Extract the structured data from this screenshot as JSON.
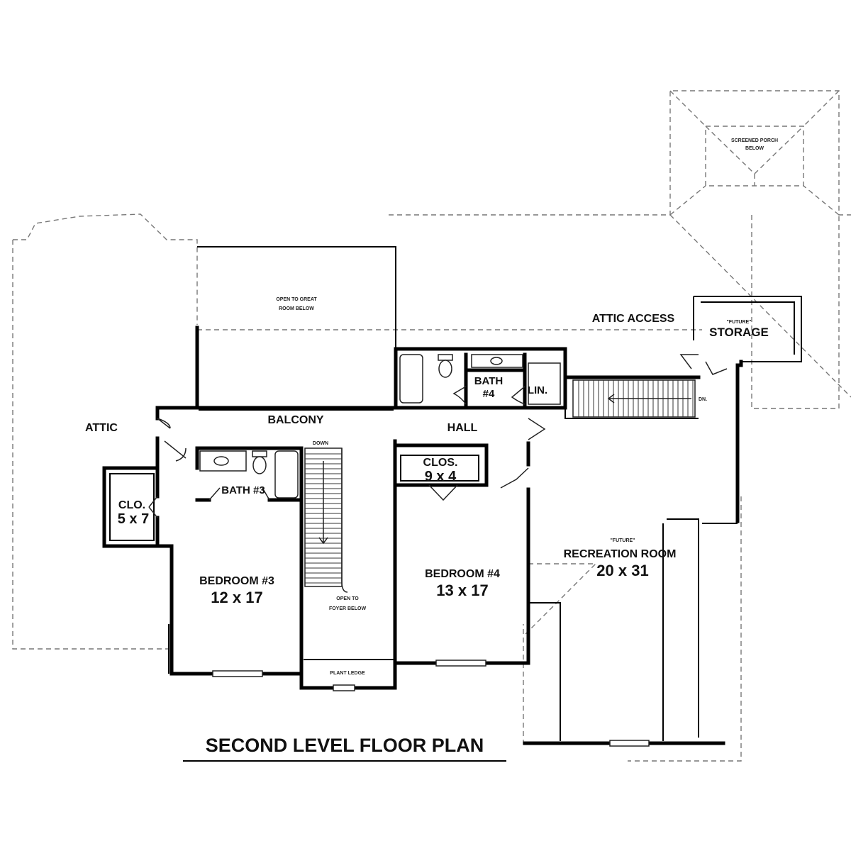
{
  "plan": {
    "title": "SECOND LEVEL FLOOR PLAN",
    "rooms": {
      "attic": "ATTIC",
      "balcony": "BALCONY",
      "hall": "HALL",
      "attic_access": "ATTIC ACCESS",
      "storage_future": "\"FUTURE\"",
      "storage": "STORAGE",
      "screened_porch_1": "SCREENED PORCH",
      "screened_porch_2": "BELOW",
      "open_great_1": "OPEN TO GREAT",
      "open_great_2": "ROOM BELOW",
      "bath4_1": "BATH",
      "bath4_2": "#4",
      "lin": "LIN.",
      "bath3": "BATH #3",
      "down": "DOWN",
      "clos_name": "CLOS.",
      "clos_size": "9 x 4",
      "clo_name": "CLO.",
      "clo_size": "5 x 7",
      "bed3_name": "BEDROOM #3",
      "bed3_size": "12 x 17",
      "bed4_name": "BEDROOM #4",
      "bed4_size": "13 x 17",
      "open_foyer_1": "OPEN TO",
      "open_foyer_2": "FOYER BELOW",
      "plant_ledge": "PLANT LEDGE",
      "rec_future": "\"FUTURE\"",
      "rec_name": "RECREATION ROOM",
      "rec_size": "20 x 31",
      "dn": "DN."
    }
  }
}
